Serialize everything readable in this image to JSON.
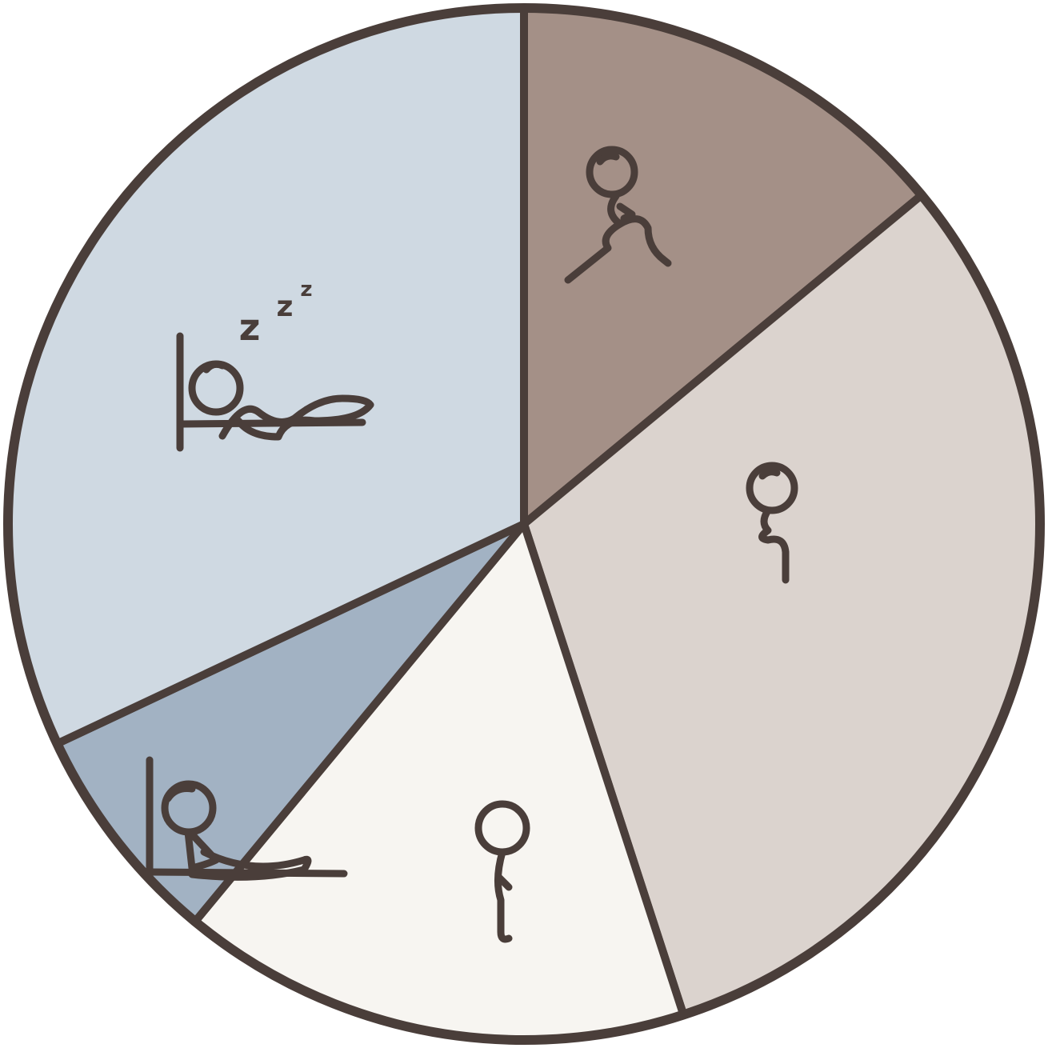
{
  "chart_data": {
    "type": "pie",
    "title": "",
    "start_angle_deg": 0,
    "direction": "clockwise",
    "slices": [
      {
        "key": "running",
        "icon": "running-person-icon",
        "value": 14,
        "color": "#a49087"
      },
      {
        "key": "sitting",
        "icon": "sitting-person-icon",
        "value": 31,
        "color": "#dbd3ce"
      },
      {
        "key": "standing",
        "icon": "standing-person-icon",
        "value": 16,
        "color": "#f7f5f1"
      },
      {
        "key": "reclining",
        "icon": "reclining-person-icon",
        "value": 7,
        "color": "#a2b2c3"
      },
      {
        "key": "sleeping",
        "icon": "sleeping-person-icon",
        "value": 32,
        "color": "#cfd9e2"
      }
    ],
    "annotations": {
      "sleep_text": "z z z"
    },
    "outline_color": "#4a3e3a",
    "legend": "none",
    "grid": false
  }
}
